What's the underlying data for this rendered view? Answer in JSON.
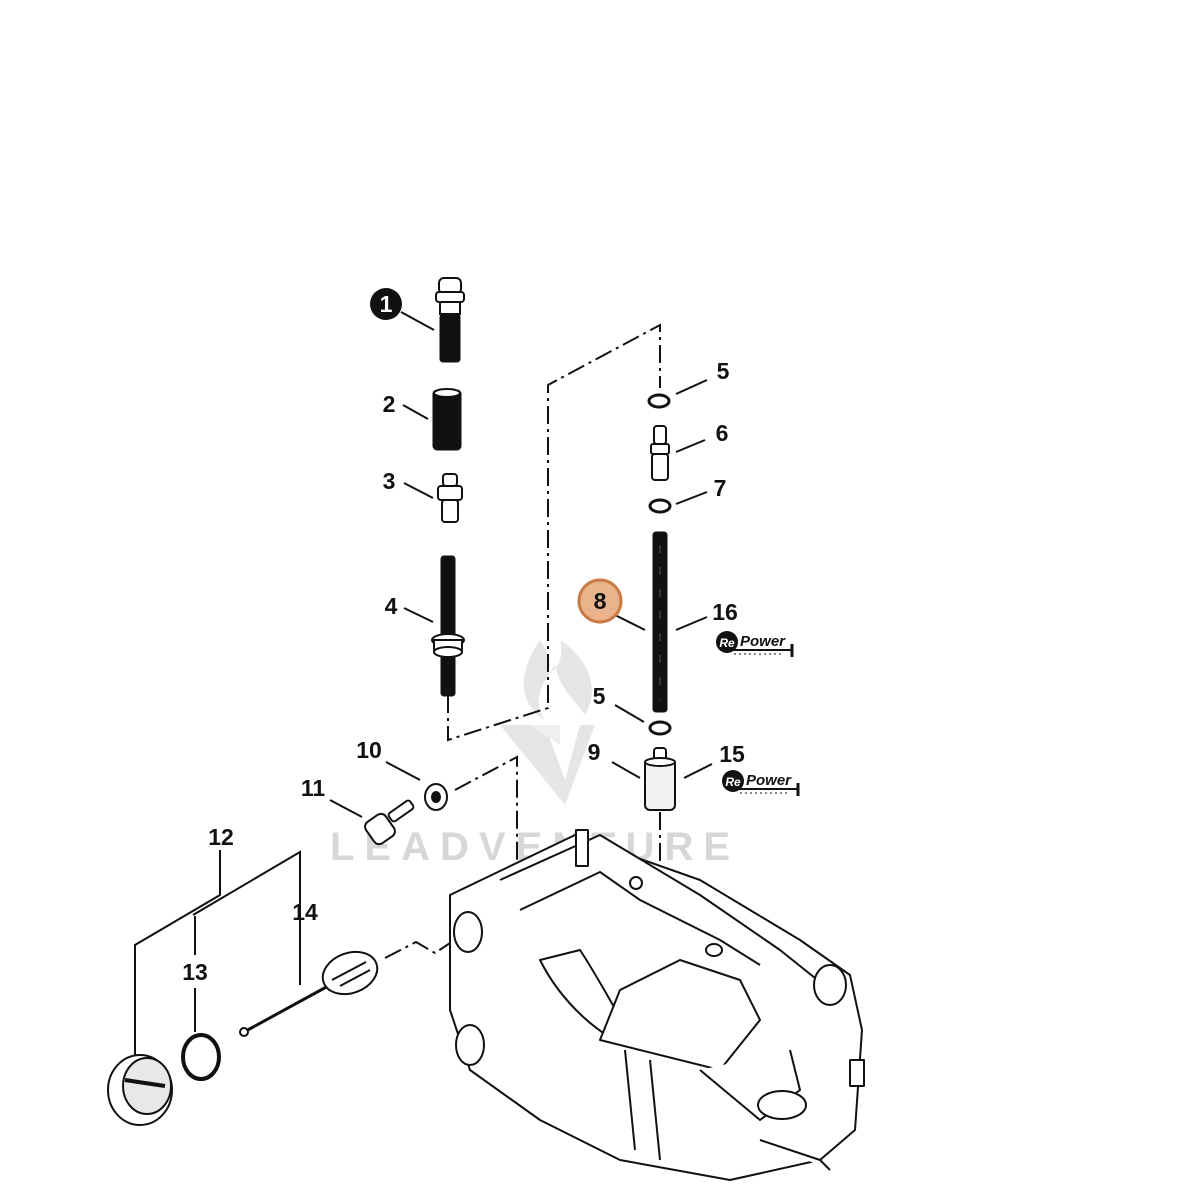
{
  "parts": [
    {
      "id": "p1",
      "label": "1",
      "style": "filled-circle"
    },
    {
      "id": "p2",
      "label": "2"
    },
    {
      "id": "p3",
      "label": "3"
    },
    {
      "id": "p4",
      "label": "4"
    },
    {
      "id": "p5a",
      "label": "5"
    },
    {
      "id": "p6",
      "label": "6"
    },
    {
      "id": "p7",
      "label": "7"
    },
    {
      "id": "p8",
      "label": "8",
      "style": "highlighted-circle"
    },
    {
      "id": "p16",
      "label": "16"
    },
    {
      "id": "p5b",
      "label": "5"
    },
    {
      "id": "p9",
      "label": "9"
    },
    {
      "id": "p15",
      "label": "15"
    },
    {
      "id": "p10",
      "label": "10"
    },
    {
      "id": "p11",
      "label": "11"
    },
    {
      "id": "p12",
      "label": "12"
    },
    {
      "id": "p13",
      "label": "13"
    },
    {
      "id": "p14",
      "label": "14"
    }
  ],
  "repower_badges": [
    {
      "re": "Re",
      "power": "Power"
    },
    {
      "re": "Re",
      "power": "Power"
    }
  ],
  "watermark": {
    "text": "LEADVENTURE"
  },
  "colors": {
    "line": "#111111",
    "highlight_fill": "#e9b48c",
    "highlight_stroke": "#c97b45",
    "watermark": "#d7d7d7"
  }
}
